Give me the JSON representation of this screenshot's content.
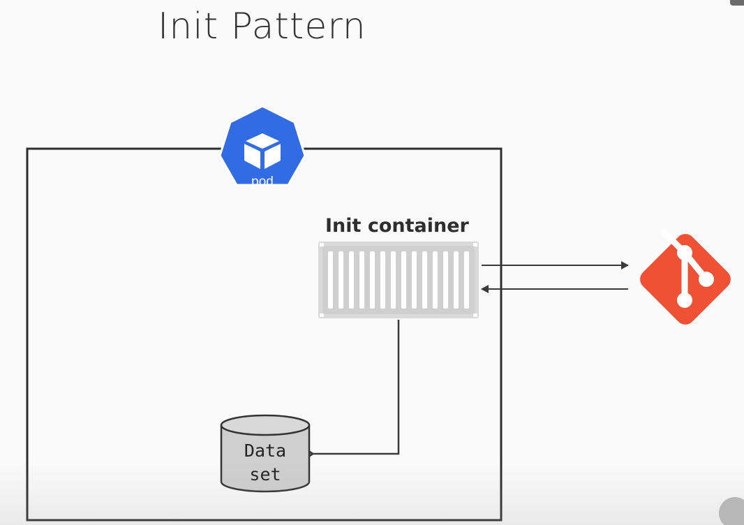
{
  "title": "Init Pattern",
  "pod": {
    "label": "pod",
    "color": "#326ce5"
  },
  "init_container": {
    "label": "Init container",
    "color": "#d9d9d9"
  },
  "dataset": {
    "label_line1": "Data",
    "label_line2": "set",
    "color": "#cfcfcf"
  },
  "git": {
    "icon": "git-icon",
    "color": "#f05033"
  },
  "icons": {
    "pod": "cube-icon",
    "container": "shipping-container-icon",
    "dataset": "database-cylinder-icon",
    "player": "play-icon"
  }
}
